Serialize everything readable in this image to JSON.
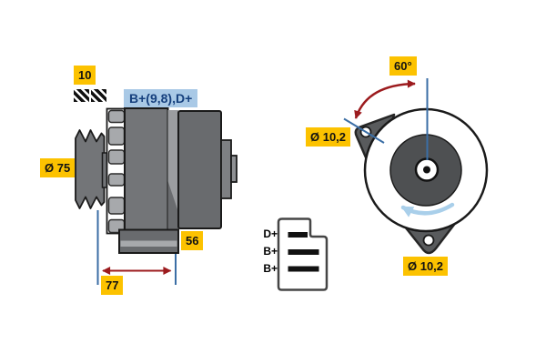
{
  "diagram": {
    "title_semantic": "alternator-technical-drawing",
    "side_view": {
      "shaft_width_label": "10",
      "pulley_diameter_label": "Ø 75",
      "terminal_label": "B+(9,8),D+",
      "depth_dimension_label": "56",
      "length_dimension_label": "77"
    },
    "connector": {
      "pins": [
        {
          "label": "D+"
        },
        {
          "label": "B+"
        },
        {
          "label": "B+"
        }
      ]
    },
    "front_view": {
      "angle_label": "60°",
      "top_hole_diameter_label": "Ø 10,2",
      "bottom_hole_diameter_label": "Ø 10,2"
    },
    "colors": {
      "label_yellow": "#FCC200",
      "label_blue_bg": "#A9C9E6",
      "label_blue_text": "#16407E",
      "dimension_blue": "#3B6EA5",
      "arrow_red": "#9C1B1E",
      "rotation_arrow_blue": "#A9CFEA",
      "body_gray": "#737578",
      "body_dark_gray": "#696B6E",
      "rib_gray": "#A7A9AC",
      "rotor_gray": "#4E5052",
      "outline": "#1A1A1A"
    }
  }
}
